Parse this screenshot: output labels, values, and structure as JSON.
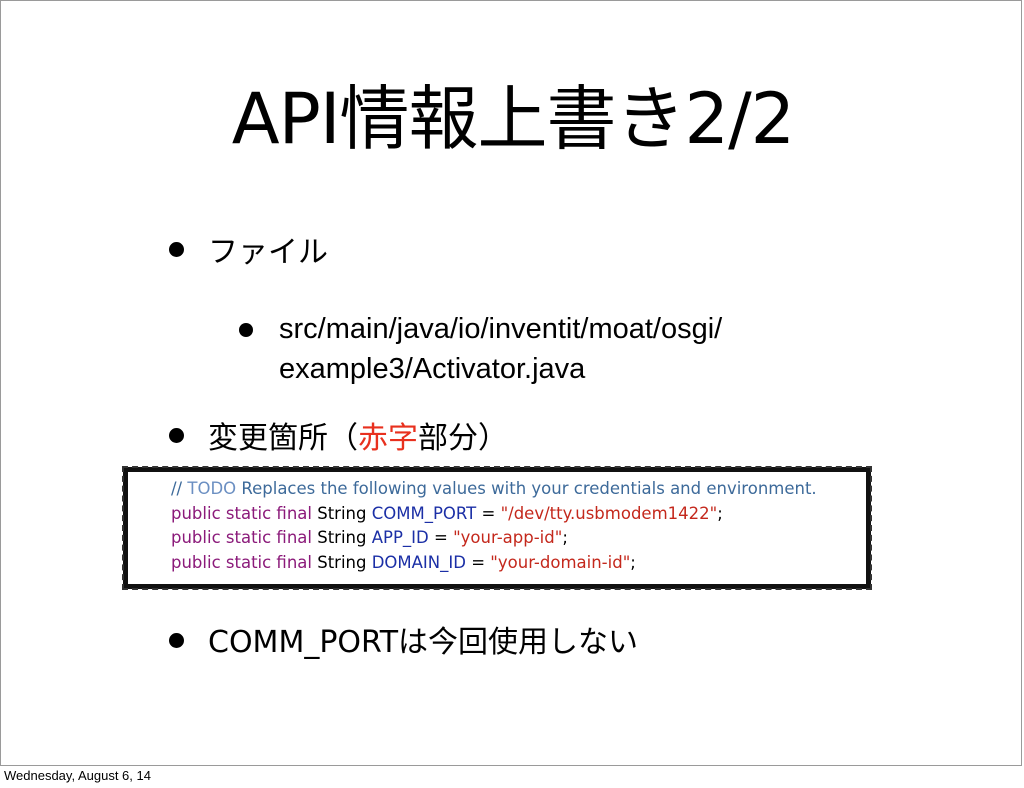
{
  "slide": {
    "title": "API情報上書き2/2",
    "bullets": [
      {
        "text": "ファイル"
      },
      {
        "text_plain": "変更箇所（",
        "text_red": "赤字",
        "text_after": "部分）"
      },
      {
        "text": "COMM_PORTは今回使用しない"
      }
    ],
    "sub_bullet": {
      "line1": "src/main/java/io/inventit/moat/osgi/",
      "line2": "example3/Activator.java"
    },
    "code": {
      "comment_prefix": "// ",
      "comment_todo": "TODO",
      "comment_rest": " Replaces the following values with your credentials and environment.",
      "lines": [
        {
          "kw": "public static final",
          "type": " String ",
          "name": "COMM_PORT",
          "eq": " = ",
          "value": "\"/dev/tty.usbmodem1422\"",
          "end": ";"
        },
        {
          "kw": "public static final",
          "type": " String ",
          "name": "APP_ID",
          "eq": " = ",
          "value": "\"your-app-id\"",
          "end": ";"
        },
        {
          "kw": "public static final",
          "type": " String ",
          "name": "DOMAIN_ID",
          "eq": " = ",
          "value": "\"your-domain-id\"",
          "end": ";"
        }
      ]
    }
  },
  "footer": {
    "date": "Wednesday, August 6, 14"
  },
  "colors": {
    "highlight": "#e8301e",
    "keyword": "#8b1a7a",
    "constant": "#1b2fa6",
    "string": "#c4281c",
    "comment": "#3d6a9a"
  }
}
